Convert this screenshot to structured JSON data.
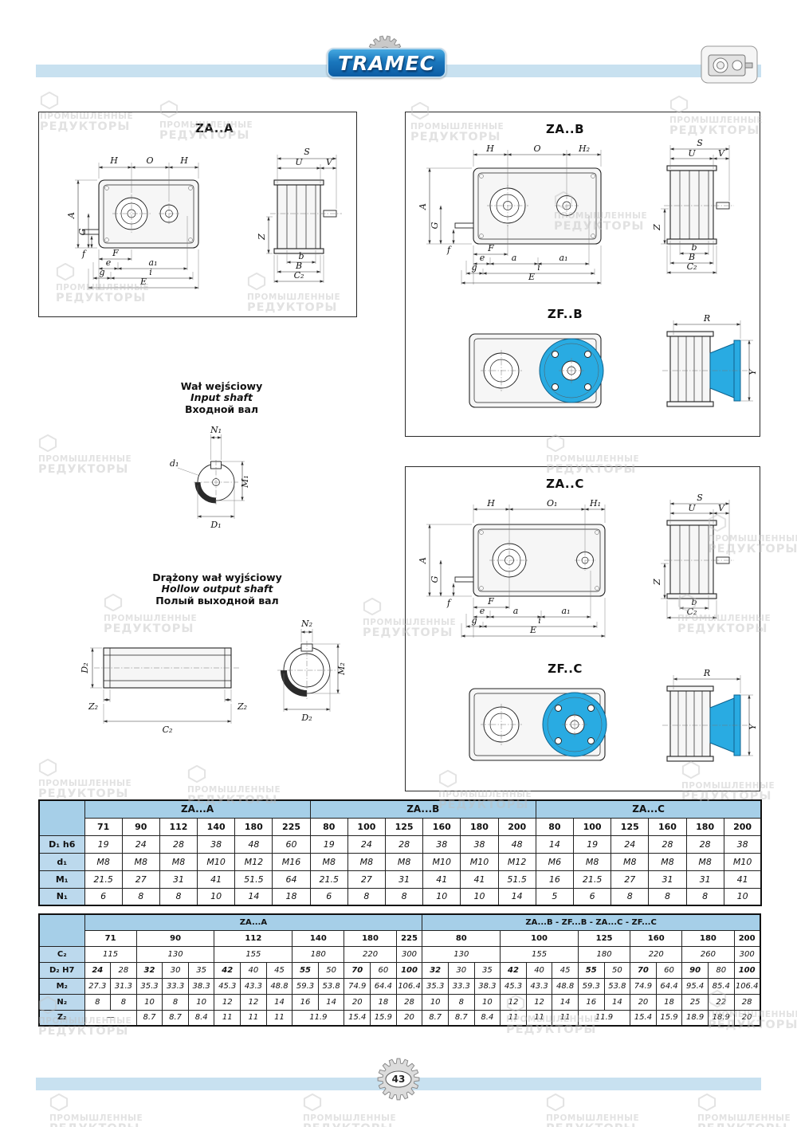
{
  "page": {
    "number": "43"
  },
  "brand": {
    "logo_text": "TRAMEC"
  },
  "watermark": {
    "line1": "ПРОМЫШЛЕННЫЕ",
    "line2": "РЕДУКТОРЫ"
  },
  "colors": {
    "accent_blue": "#29abe2",
    "band_blue": "#c8e1f0",
    "table_header_blue": "#a6cfe8",
    "table_label_blue": "#bcd9ed",
    "logo_blue": "#1a77bd"
  },
  "dims": {
    "A": "A",
    "G": "G",
    "H": "H",
    "O": "O",
    "H2": "H₂",
    "O1": "O₁",
    "H1": "H₁",
    "S": "S",
    "U": "U",
    "V": "V",
    "f": "f",
    "F": "F",
    "e": "e",
    "a": "a",
    "a1": "a₁",
    "g": "g",
    "i": "i",
    "E": "E",
    "Z": "Z",
    "b": "b",
    "B": "B",
    "C2": "C₂",
    "R": "R",
    "Y": "Y",
    "N1": "N₁",
    "d1": "d₁",
    "M1": "M₁",
    "D1": "D₁",
    "N2": "N₂",
    "M2": "M₂",
    "D2": "D₂",
    "Z2": "Z₂"
  },
  "drawings": {
    "za_a_title": "ZA..A",
    "za_b_title": "ZA..B",
    "zf_b_title": "ZF..B",
    "za_c_title": "ZA..C",
    "zf_c_title": "ZF..C"
  },
  "input_shaft": {
    "title_pl": "Wał wejściowy",
    "title_en": "Input shaft",
    "title_ru": "Входной вал"
  },
  "output_shaft": {
    "title_pl": "Drążony wał wyjściowy",
    "title_en": "Hollow output shaft",
    "title_ru": "Полый выходной вал"
  },
  "table1": {
    "groups": [
      {
        "label": "ZA...A",
        "sizes": [
          "71",
          "90",
          "112",
          "140",
          "180",
          "225"
        ]
      },
      {
        "label": "ZA...B",
        "sizes": [
          "80",
          "100",
          "125",
          "160",
          "180",
          "200"
        ]
      },
      {
        "label": "ZA...C",
        "sizes": [
          "80",
          "100",
          "125",
          "160",
          "180",
          "200"
        ]
      }
    ],
    "rows": [
      {
        "label": "D₁ h6",
        "values": [
          "19",
          "24",
          "28",
          "38",
          "48",
          "60",
          "19",
          "24",
          "28",
          "38",
          "38",
          "48",
          "14",
          "19",
          "24",
          "28",
          "28",
          "38"
        ]
      },
      {
        "label": "d₁",
        "values": [
          "M8",
          "M8",
          "M8",
          "M10",
          "M12",
          "M16",
          "M8",
          "M8",
          "M8",
          "M10",
          "M10",
          "M12",
          "M6",
          "M8",
          "M8",
          "M8",
          "M8",
          "M10"
        ]
      },
      {
        "label": "M₁",
        "values": [
          "21.5",
          "27",
          "31",
          "41",
          "51.5",
          "64",
          "21.5",
          "27",
          "31",
          "41",
          "41",
          "51.5",
          "16",
          "21.5",
          "27",
          "31",
          "31",
          "41"
        ]
      },
      {
        "label": "N₁",
        "values": [
          "6",
          "8",
          "8",
          "10",
          "14",
          "18",
          "6",
          "8",
          "8",
          "10",
          "10",
          "14",
          "5",
          "6",
          "8",
          "8",
          "8",
          "10"
        ]
      }
    ]
  },
  "table2": {
    "header_groups": [
      {
        "label": "ZA...A",
        "span": 13
      },
      {
        "label": "ZA...B - ZF...B - ZA...C - ZF...C",
        "span": 13
      }
    ],
    "sizes": [
      {
        "label": "71",
        "span": 2
      },
      {
        "label": "90",
        "span": 3
      },
      {
        "label": "112",
        "span": 3
      },
      {
        "label": "140",
        "span": 2
      },
      {
        "label": "180",
        "span": 2
      },
      {
        "label": "225",
        "span": 1
      },
      {
        "label": "80",
        "span": 3
      },
      {
        "label": "100",
        "span": 3
      },
      {
        "label": "125",
        "span": 2
      },
      {
        "label": "160",
        "span": 2
      },
      {
        "label": "180",
        "span": 2
      },
      {
        "label": "200",
        "span": 1
      }
    ],
    "rows": [
      {
        "label": "C₂",
        "cells": [
          [
            "115",
            2
          ],
          [
            "130",
            3
          ],
          [
            "155",
            3
          ],
          [
            "180",
            2
          ],
          [
            "220",
            2
          ],
          [
            "300",
            1
          ],
          [
            "130",
            3
          ],
          [
            "155",
            3
          ],
          [
            "180",
            2
          ],
          [
            "220",
            2
          ],
          [
            "260",
            2
          ],
          [
            "300",
            1
          ]
        ]
      },
      {
        "label": "D₂ H7",
        "cells": [
          [
            "24",
            1,
            1
          ],
          [
            "28",
            1,
            0
          ],
          [
            "32",
            1,
            1
          ],
          [
            "30",
            1,
            0
          ],
          [
            "35",
            1,
            0
          ],
          [
            "42",
            1,
            1
          ],
          [
            "40",
            1,
            0
          ],
          [
            "45",
            1,
            0
          ],
          [
            "55",
            1,
            1
          ],
          [
            "50",
            1,
            0
          ],
          [
            "70",
            1,
            1
          ],
          [
            "60",
            1,
            0
          ],
          [
            "100",
            1,
            1
          ],
          [
            "32",
            1,
            1
          ],
          [
            "30",
            1,
            0
          ],
          [
            "35",
            1,
            0
          ],
          [
            "42",
            1,
            1
          ],
          [
            "40",
            1,
            0
          ],
          [
            "45",
            1,
            0
          ],
          [
            "55",
            1,
            1
          ],
          [
            "50",
            1,
            0
          ],
          [
            "70",
            1,
            1
          ],
          [
            "60",
            1,
            0
          ],
          [
            "90",
            1,
            1
          ],
          [
            "80",
            1,
            0
          ],
          [
            "100",
            1,
            1
          ]
        ]
      },
      {
        "label": "M₂",
        "cells": [
          [
            "27.3",
            1
          ],
          [
            "31.3",
            1
          ],
          [
            "35.3",
            1
          ],
          [
            "33.3",
            1
          ],
          [
            "38.3",
            1
          ],
          [
            "45.3",
            1
          ],
          [
            "43.3",
            1
          ],
          [
            "48.8",
            1
          ],
          [
            "59.3",
            1
          ],
          [
            "53.8",
            1
          ],
          [
            "74.9",
            1
          ],
          [
            "64.4",
            1
          ],
          [
            "106.4",
            1
          ],
          [
            "35.3",
            1
          ],
          [
            "33.3",
            1
          ],
          [
            "38.3",
            1
          ],
          [
            "45.3",
            1
          ],
          [
            "43.3",
            1
          ],
          [
            "48.8",
            1
          ],
          [
            "59.3",
            1
          ],
          [
            "53.8",
            1
          ],
          [
            "74.9",
            1
          ],
          [
            "64.4",
            1
          ],
          [
            "95.4",
            1
          ],
          [
            "85.4",
            1
          ],
          [
            "106.4",
            1
          ]
        ]
      },
      {
        "label": "N₂",
        "cells": [
          [
            "8",
            1
          ],
          [
            "8",
            1
          ],
          [
            "10",
            1
          ],
          [
            "8",
            1
          ],
          [
            "10",
            1
          ],
          [
            "12",
            1
          ],
          [
            "12",
            1
          ],
          [
            "14",
            1
          ],
          [
            "16",
            1
          ],
          [
            "14",
            1
          ],
          [
            "20",
            1
          ],
          [
            "18",
            1
          ],
          [
            "28",
            1
          ],
          [
            "10",
            1
          ],
          [
            "8",
            1
          ],
          [
            "10",
            1
          ],
          [
            "12",
            1
          ],
          [
            "12",
            1
          ],
          [
            "14",
            1
          ],
          [
            "16",
            1
          ],
          [
            "14",
            1
          ],
          [
            "20",
            1
          ],
          [
            "18",
            1
          ],
          [
            "25",
            1
          ],
          [
            "22",
            1
          ],
          [
            "28",
            1
          ]
        ]
      },
      {
        "label": "Z₂",
        "cells": [
          [
            "—",
            2
          ],
          [
            "8.7",
            1
          ],
          [
            "8.7",
            1
          ],
          [
            "8.4",
            1
          ],
          [
            "11",
            1
          ],
          [
            "11",
            1
          ],
          [
            "11",
            1
          ],
          [
            "11.9",
            2
          ],
          [
            "15.4",
            1
          ],
          [
            "15.9",
            1
          ],
          [
            "20",
            1
          ],
          [
            "8.7",
            1
          ],
          [
            "8.7",
            1
          ],
          [
            "8.4",
            1
          ],
          [
            "11",
            1
          ],
          [
            "11",
            1
          ],
          [
            "11",
            1
          ],
          [
            "11.9",
            2
          ],
          [
            "15.4",
            1
          ],
          [
            "15.9",
            1
          ],
          [
            "18.9",
            1
          ],
          [
            "18.9",
            1
          ],
          [
            "20",
            1
          ]
        ]
      }
    ]
  }
}
